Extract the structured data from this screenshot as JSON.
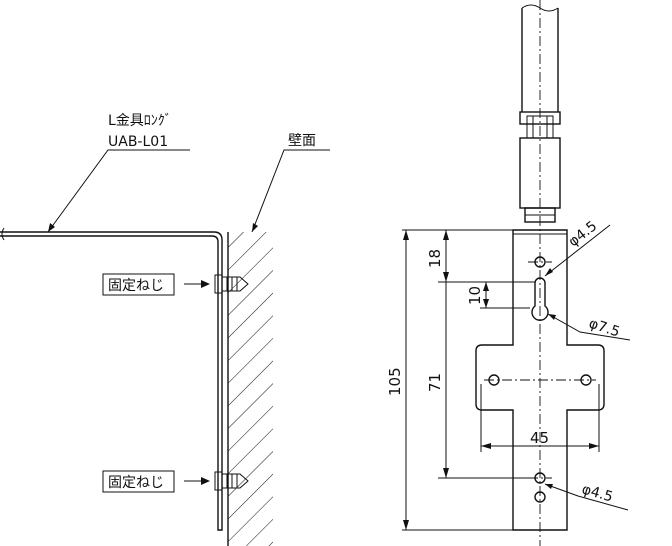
{
  "left_view": {
    "bracket_label_line1": "L金具ﾛﾝｸﾞ",
    "bracket_label_line2": "UAB-L01",
    "wall_label": "壁面",
    "screw_label_top": "固定ねじ",
    "screw_label_bottom": "固定ねじ"
  },
  "right_view": {
    "dim_overall_height": "105",
    "dim_top_to_hole": "18",
    "dim_slot_length": "10",
    "dim_hole_spacing": "71",
    "dim_wing_holes": "45",
    "label_hole_top": "φ4.5",
    "label_slot": "φ7.5",
    "label_hole_bottom": "φ4.5"
  }
}
